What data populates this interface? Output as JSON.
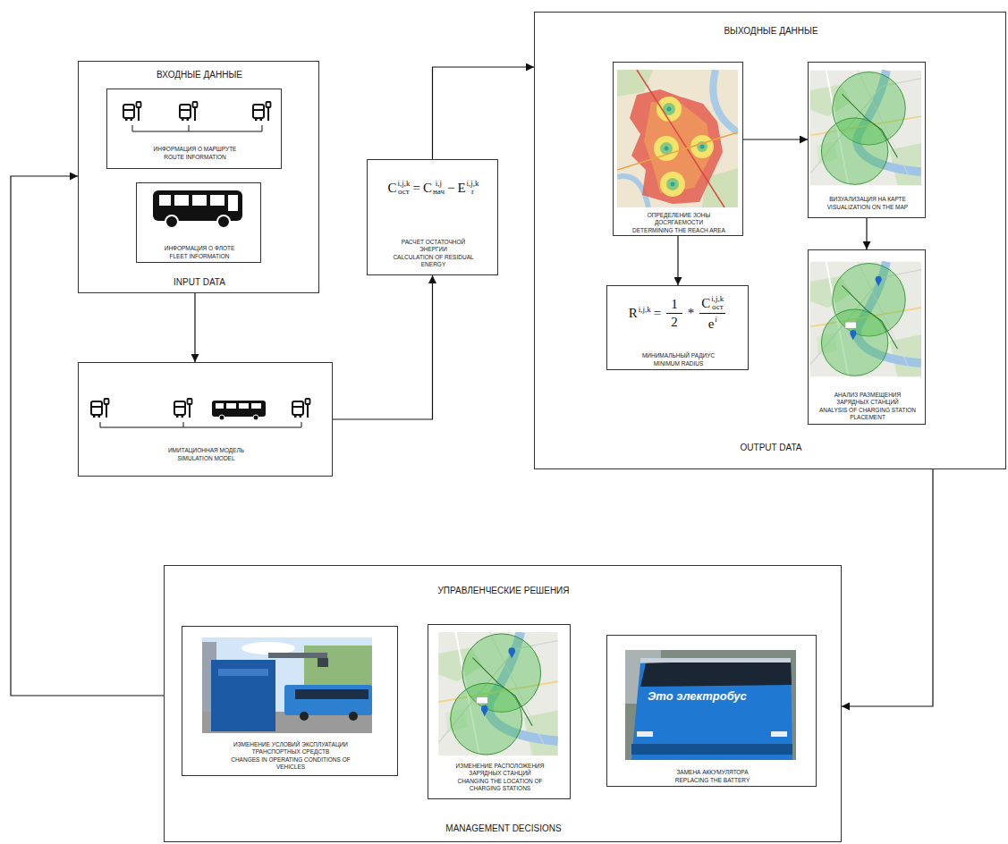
{
  "diagram": {
    "nodes": [
      {
        "text": [
          "ВХОДНЫЕ ДАННЫЕ",
          "INPUT DATA"
        ]
      },
      {
        "text": [
          "ИНФОРМАЦИЯ О МАРШРУТЕ",
          "ROUTE INFORMATION"
        ],
        "in": 0
      },
      {
        "text": [
          "ИНФОРМАЦИЯ О ФЛОТЕ",
          "FLEET INFORMATION"
        ],
        "in": 0
      },
      {
        "text": [
          "ИМИТАЦИОННАЯ МОДЕЛЬ",
          "SIMULATION MODEL"
        ]
      },
      {
        "text": [
          "C",
          "i,j,k",
          "ост",
          "=",
          "C",
          "i,j",
          "нач",
          "−",
          "E",
          "i,j,k",
          "r",
          "РАСЧЁТ ОСТАТОЧНОЙ ЭНЕРГИИ",
          "CALCULATION OF RESIDUAL ENERGY"
        ]
      },
      {
        "text": [
          "ВЫХОДНЫЕ ДАННЫЕ",
          "OUTPUT DATA"
        ]
      },
      {
        "text": [
          "ОПРЕДЕЛЕНИЕ ЗОНЫ ДОСЯГАЕМОСТИ",
          "DETERMINING THE REACH AREA"
        ],
        "in": 5
      },
      {
        "text": [
          "ВИЗУАЛИЗАЦИЯ НА КАРТЕ",
          "VISUALIZATION ON THE MAP"
        ],
        "in": 5
      },
      {
        "text": [
          "R",
          "i,j,k",
          "=",
          "1",
          "2",
          "*",
          "C",
          "i,j,k",
          "ост",
          "e",
          "i",
          "МИНИМАЛЬНЫЙ РАДИУС",
          "MINIMUM RADIUS"
        ],
        "in": 5
      },
      {
        "text": [
          "АНАЛИЗ РАЗМЕЩЕНИЯ ЗАРЯДНЫХ СТАНЦИЙ",
          "ANALYSIS OF CHARGING STATION PLACEMENT"
        ],
        "in": 5
      },
      {
        "text": [
          "УПРАВЛЕНЧЕСКИЕ РЕШЕНИЯ",
          "MANAGEMENT DECISIONS"
        ]
      },
      {
        "text": [
          "ИЗМЕНЕНИЕ УСЛОВИЙ ЭКСПЛУАТАЦИИ ТРАНСПОРТНЫХ СРЕДСТВ",
          "CHANGES IN OPERATING CONDITIONS OF VEHICLES"
        ],
        "in": 10
      },
      {
        "text": [
          "ИЗМЕНЕНИЕ РАСПОЛОЖЕНИЯ ЗАРЯДНЫХ СТАНЦИЙ",
          "CHANGING THE LOCATION OF CHARGING STATIONS"
        ],
        "in": 10
      },
      {
        "text": [
          "ЗАМЕНА АККУМУЛЯТОРА",
          "REPLACING THE BATTERY"
        ],
        "in": 10
      }
    ],
    "edges": [
      {
        "from": 0,
        "to": 3,
        "arrow": "to"
      },
      {
        "from": 3,
        "to": 4,
        "arrow": "to"
      },
      {
        "from": 4,
        "to": 5,
        "arrow": "to"
      },
      {
        "from": 6,
        "to": 7,
        "arrow": "to"
      },
      {
        "from": 7,
        "to": 9,
        "arrow": "to"
      },
      {
        "from": 6,
        "to": 8,
        "arrow": "to"
      },
      {
        "from": 5,
        "to": 10,
        "arrow": "to"
      },
      {
        "from": 10,
        "to": 0,
        "arrow": "to"
      }
    ],
    "labels": [
      "Это электробус"
    ]
  }
}
